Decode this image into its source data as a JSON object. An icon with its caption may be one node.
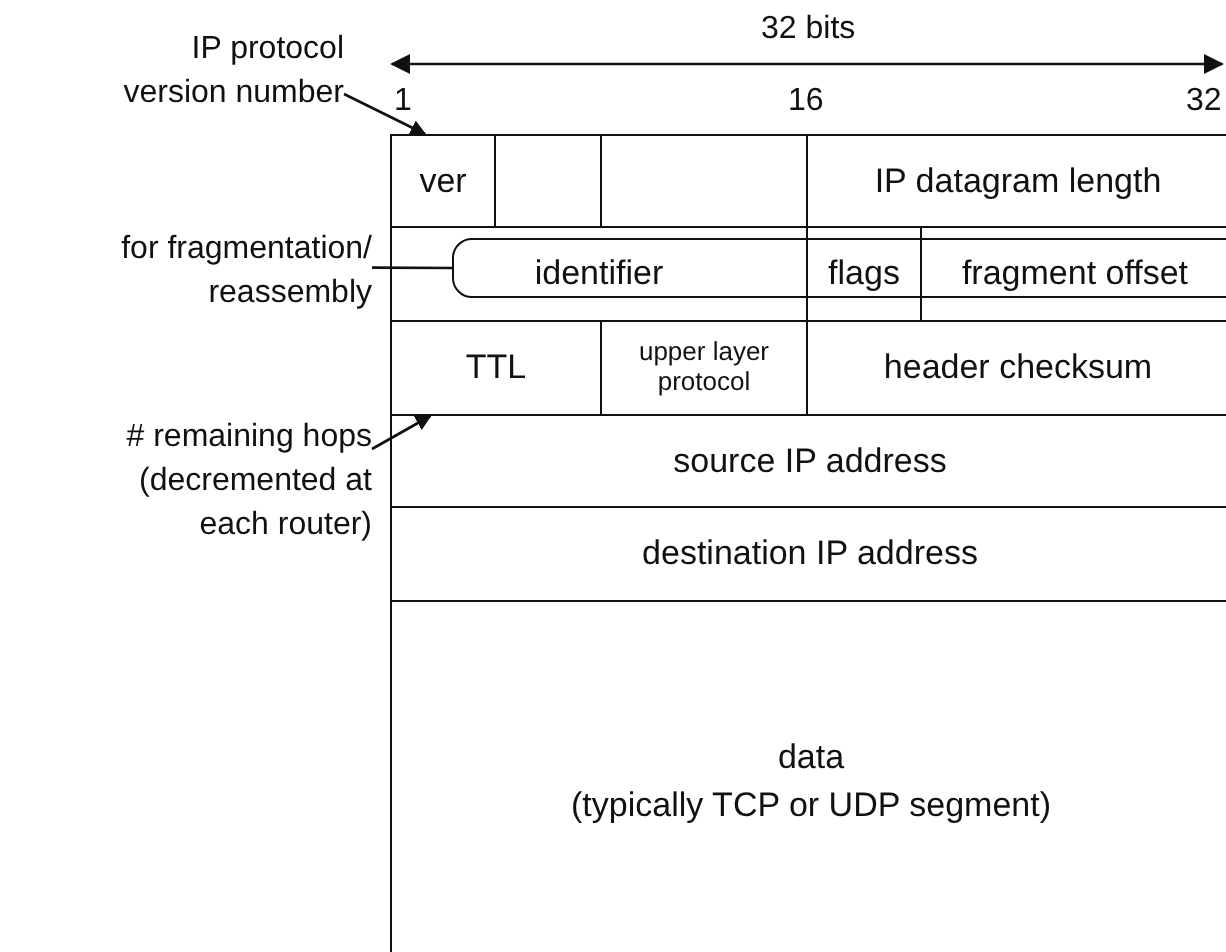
{
  "diagram": {
    "nodes": [
      {
        "text": [
          "IP protocol version number"
        ]
      },
      {
        "text": [
          "ver"
        ]
      },
      {
        "text": [],
        "shape": "box"
      },
      {
        "text": [],
        "shape": "box"
      },
      {
        "text": [
          "IP datagram length"
        ]
      },
      {
        "text": [
          "for fragmentation/ reassembly"
        ]
      },
      {
        "text": [],
        "shape": "box"
      },
      {
        "text": [
          "identifier"
        ]
      },
      {
        "text": [
          "flags"
        ]
      },
      {
        "text": [
          "fragment offset"
        ]
      },
      {
        "text": [
          "# remaining hops (decremented at each router)"
        ]
      },
      {
        "text": [
          "TTL"
        ]
      },
      {
        "text": [
          "upper layer protocol"
        ]
      },
      {
        "text": [
          "header checksum"
        ]
      },
      {
        "text": [
          "source IP address"
        ]
      },
      {
        "text": [
          "destination IP address"
        ]
      },
      {
        "text": [
          "data",
          "(typically TCP or UDP segment)"
        ]
      }
    ],
    "edges": [
      {
        "from": 0,
        "to": 1,
        "arrow": "to"
      },
      {
        "from": 5,
        "to": 6,
        "arrow": "none"
      },
      {
        "from": 10,
        "to": 11,
        "arrow": "to"
      }
    ],
    "labels": [
      "32 bits",
      "1",
      "16",
      "32"
    ]
  }
}
